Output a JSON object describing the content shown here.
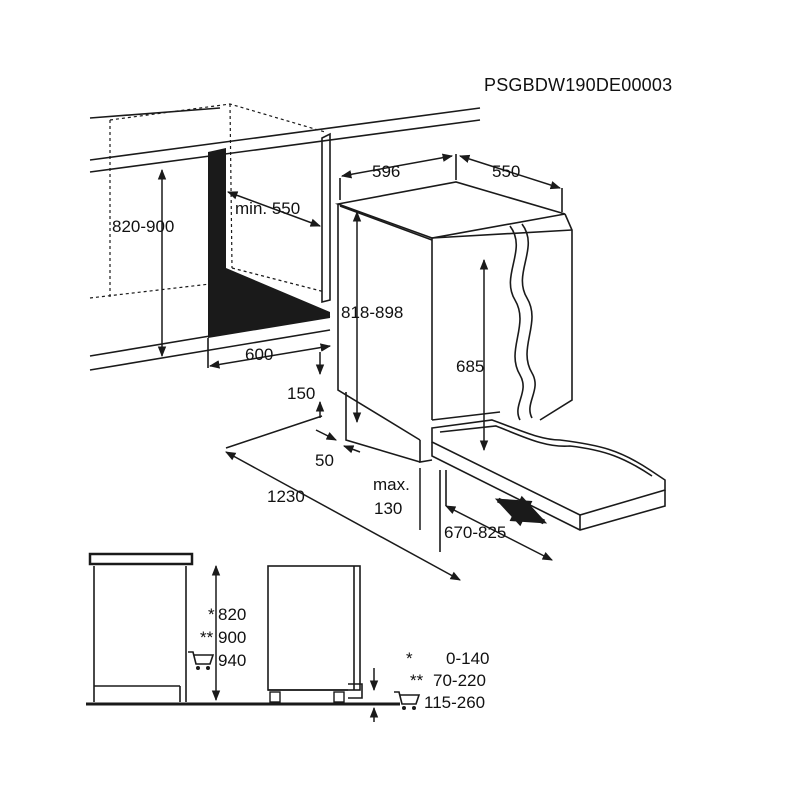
{
  "code": "PSGBDW190DE00003",
  "dimensions": {
    "width_top": "596",
    "depth_top": "550",
    "niche_height": "820-900",
    "min_depth": "min. 550",
    "appliance_height": "818-898",
    "niche_width": "600",
    "panel_height": "685",
    "plinth_150": "150",
    "plinth_50": "50",
    "door_swing": "1230",
    "max_label": "max.",
    "max_value": "130",
    "door_travel": "670-825"
  },
  "side_view": {
    "h1_mark": "*",
    "h1_value": "820",
    "h2_mark": "**",
    "h2_value": "900",
    "h3_value": "940",
    "p1_mark": "*",
    "p1_value": "0-140",
    "p2_mark": "**",
    "p2_value": "70-220",
    "p3_value": "115-260"
  },
  "icons": [
    "trolley-icon",
    "double-arrow-icon"
  ]
}
